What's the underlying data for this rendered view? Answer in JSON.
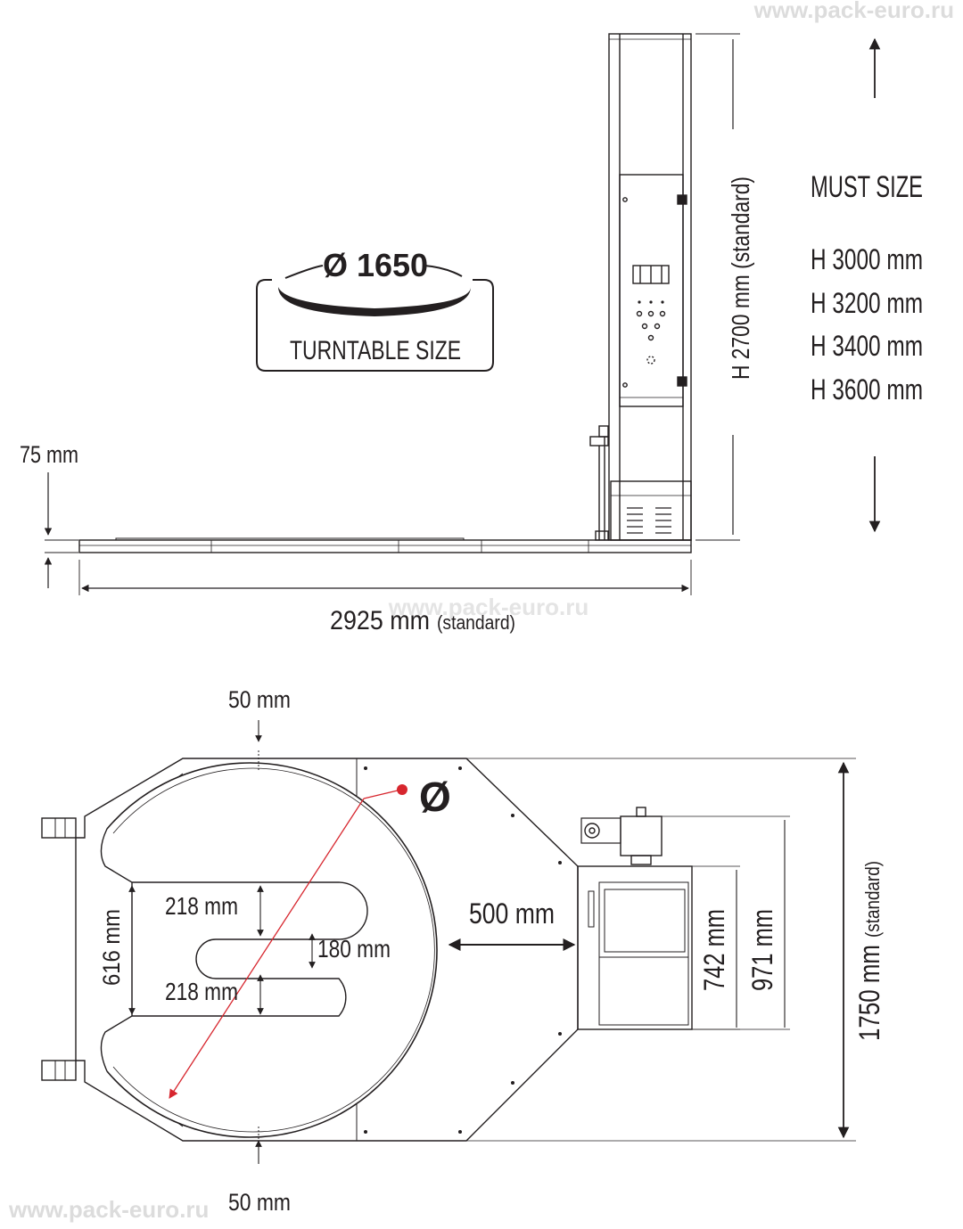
{
  "watermark": {
    "top": "www.pack-euro.ru",
    "middle": "www.pack-euro.ru",
    "bottom": "www.pack-euro.ru"
  },
  "side_view": {
    "turntable": {
      "diameter": "Ø 1650",
      "label": "TURNTABLE SIZE"
    },
    "base_height": "75 mm",
    "length": "2925 mm",
    "length_note": "(standard)",
    "mast_height": "H 2700 mm (standard)"
  },
  "must_size": {
    "title": "MUST SIZE",
    "options": [
      "H 3000 mm",
      "H 3200 mm",
      "H 3400 mm",
      "H 3600 mm"
    ]
  },
  "top_view": {
    "clearance_top": "50 mm",
    "clearance_bottom": "50 mm",
    "diameter_symbol": "Ø",
    "fork_width": "616 mm",
    "slot_upper": "218 mm",
    "slot_gap": "180 mm",
    "slot_lower": "218 mm",
    "gap": "500 mm",
    "depth_inner": "742 mm",
    "depth_outer": "971 mm",
    "overall_width": "1750 mm",
    "overall_width_note": "(standard)"
  },
  "colors": {
    "line": "#231f20",
    "accent": "#d7262e",
    "watermark": "#dcdcdc"
  }
}
